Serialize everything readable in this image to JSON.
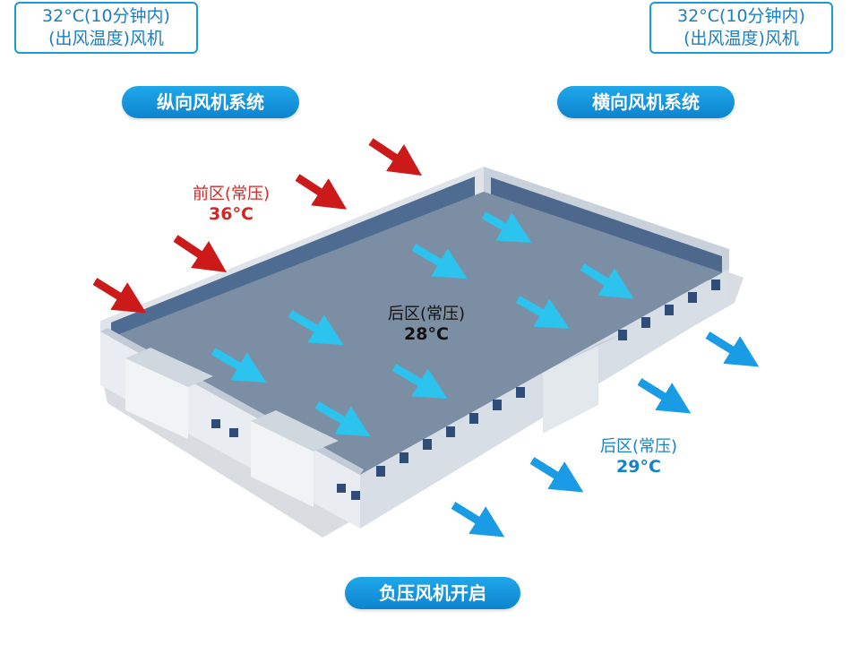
{
  "info_boxes": {
    "left": {
      "line1": "32°C(10分钟内)",
      "line2": "(出风温度)风机"
    },
    "right": {
      "line1": "32°C(10分钟内)",
      "line2": "(出风温度)风机"
    }
  },
  "pills": {
    "longitudinal": "纵向风机系统",
    "transverse": "横向风机系统",
    "negative_pressure": "负压风机开启"
  },
  "zones": {
    "front": {
      "label": "前区(常压)",
      "temp": "36°C"
    },
    "middle": {
      "label": "后区(常压)",
      "temp": "28°C"
    },
    "rear": {
      "label": "后区(常压)",
      "temp": "29°C"
    }
  },
  "colors": {
    "accent": "#1a9ad6",
    "hot_arrow": "#cc1a1a",
    "cool_arrow": "#2cc3ee",
    "exhaust_arrow": "#1a9be6",
    "roof": "#7c8ea4"
  }
}
